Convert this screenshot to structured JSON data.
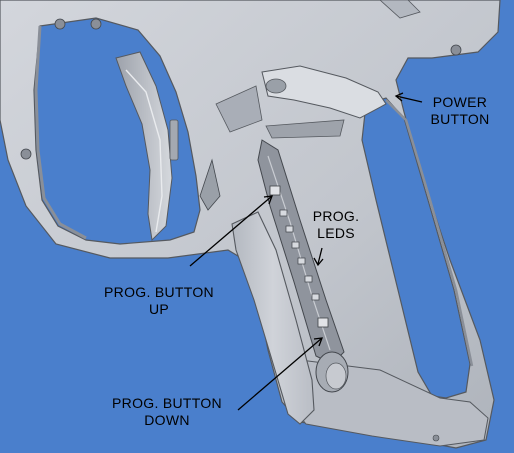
{
  "colors": {
    "background": "#4a7fcc",
    "part_fill": "#c4c8cf",
    "part_shade": "#a9aeb7",
    "part_edge": "#55595f",
    "label_text": "#000000"
  },
  "labels": {
    "power_button": [
      "POWER",
      "BUTTON"
    ],
    "prog_leds": [
      "PROG.",
      "LEDS"
    ],
    "prog_button_up": [
      "PROG. BUTTON",
      "UP"
    ],
    "prog_button_down": [
      "PROG. BUTTON",
      "DOWN"
    ]
  }
}
